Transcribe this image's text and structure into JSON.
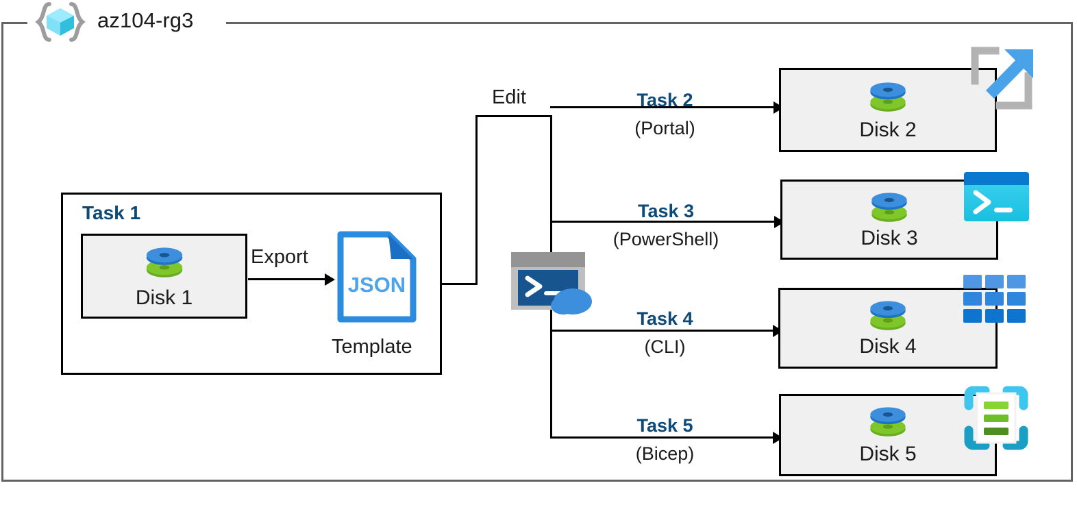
{
  "resource_group": {
    "name": "az104-rg3",
    "icon": "resource-group-cube-icon"
  },
  "task1": {
    "label": "Task 1",
    "disk": {
      "label": "Disk 1",
      "icon": "managed-disk-icon"
    },
    "export_label": "Export",
    "template": {
      "file_label": "JSON",
      "caption": "Template",
      "icon": "json-file-icon"
    }
  },
  "edit": {
    "label": "Edit",
    "cloudshell_icon": "cloud-shell-icon"
  },
  "tasks": [
    {
      "title": "Task 2",
      "subtitle": "(Portal)",
      "target": {
        "label": "Disk 2",
        "icon": "managed-disk-icon"
      },
      "tech_icon": "azure-portal-icon"
    },
    {
      "title": "Task 3",
      "subtitle": "(PowerShell)",
      "target": {
        "label": "Disk 3",
        "icon": "managed-disk-icon"
      },
      "tech_icon": "powershell-icon"
    },
    {
      "title": "Task 4",
      "subtitle": "(CLI)",
      "target": {
        "label": "Disk 4",
        "icon": "azure-cli-icon"
      },
      "tech_icon": "azure-cli-icon"
    },
    {
      "title": "Task 5",
      "subtitle": "(Bicep)",
      "target": {
        "label": "Disk 5",
        "icon": "managed-disk-icon"
      },
      "tech_icon": "bicep-icon"
    }
  ],
  "colors": {
    "task_blue": "#0e4a78",
    "disk_top": "#3e8ede",
    "disk_bottom": "#76bc21",
    "json_blue": "#2a8bdf",
    "portal_arrow": "#4aa3e8",
    "powershell_cyan": "#2fc5ef",
    "powershell_bar": "#0b78d0",
    "cli_blue": "#2f7fd8",
    "bicep_cyan": "#3fc6ef",
    "bicep_green": "#74c227",
    "frame_gray": "#636363",
    "card_fill": "#f0f0f0"
  }
}
